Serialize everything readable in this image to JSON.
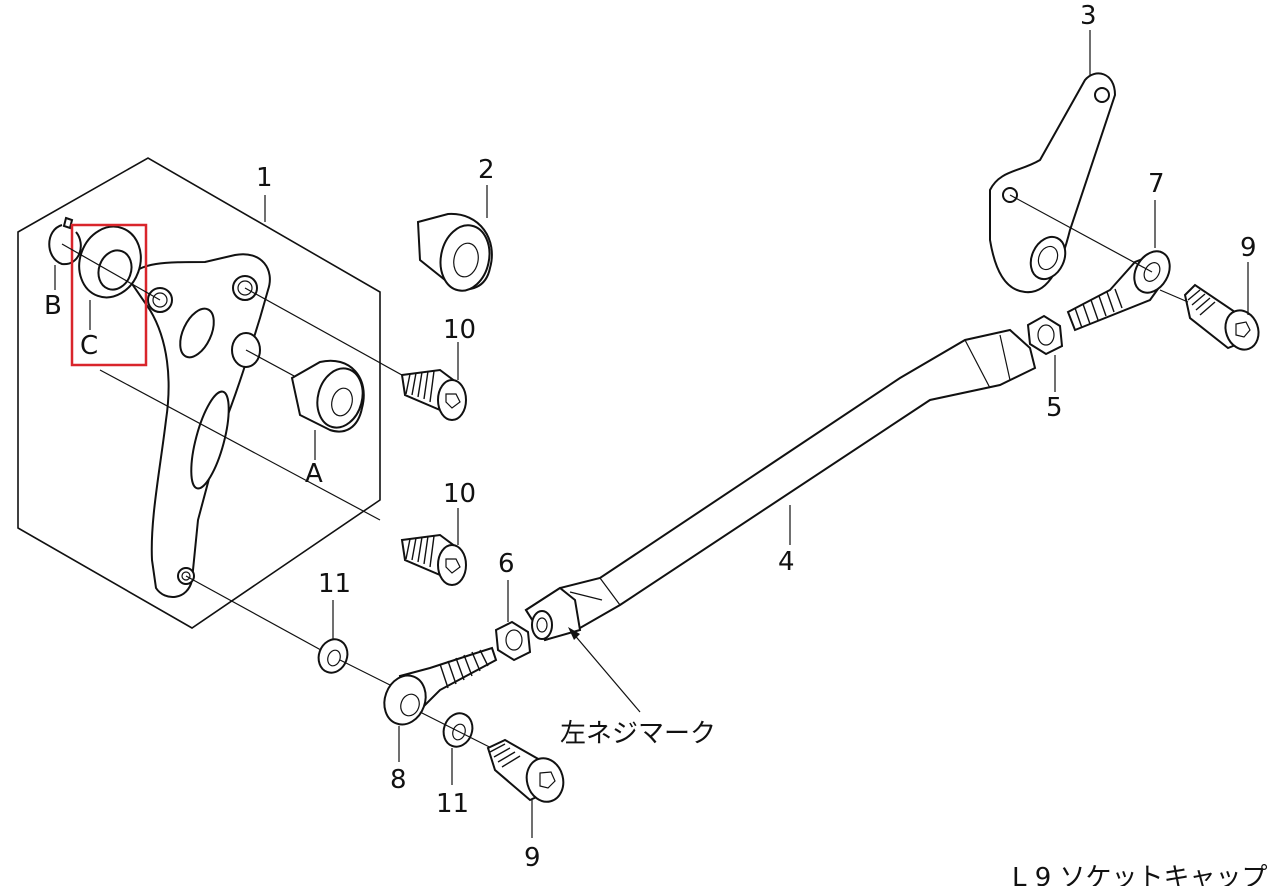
{
  "labels": {
    "p1": "1",
    "p2": "2",
    "p3": "3",
    "p4": "4",
    "p5": "5",
    "p6": "6",
    "p7": "7",
    "p8": "8",
    "p9_top": "9",
    "p9_bottom": "9",
    "p10_top": "10",
    "p10_bottom": "10",
    "p11_left": "11",
    "p11_bottom": "11",
    "a": "A",
    "b": "B",
    "c": "C"
  },
  "annotations": {
    "left_thread_mark": "左ネジマーク",
    "footer_note": "L 9 ソケットキャップ"
  },
  "colors": {
    "line": "#111111",
    "highlight": "#d9252b",
    "background": "#ffffff"
  }
}
